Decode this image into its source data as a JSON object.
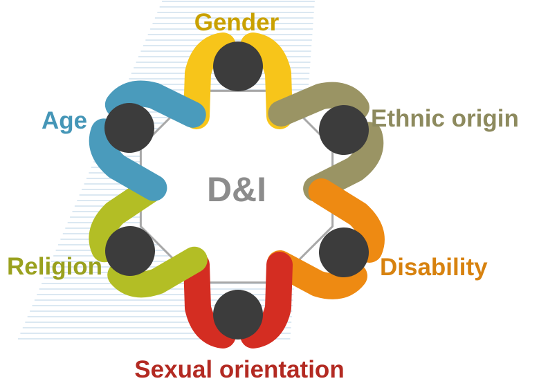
{
  "center_text": "D&I",
  "colors": {
    "table_outline": "#a8a8a8",
    "table_fill": "#ffffff",
    "center_text": "#8c8c8c",
    "head": "#3c3c3c",
    "stripes": "#cfe0ee"
  },
  "people": [
    {
      "id": "gender",
      "label": "Gender",
      "color": "#f7c51a",
      "label_color": "#c9a100",
      "icon": "person-icon"
    },
    {
      "id": "ethnic-origin",
      "label": "Ethnic origin",
      "color": "#9a9464",
      "label_color": "#8d8a5e",
      "icon": "person-icon"
    },
    {
      "id": "disability",
      "label": "Disability",
      "color": "#ee8a12",
      "label_color": "#d7820f",
      "icon": "person-icon"
    },
    {
      "id": "sexual-orientation",
      "label": "Sexual orientation",
      "color": "#d42d22",
      "label_color": "#b32a22",
      "icon": "person-icon"
    },
    {
      "id": "religion",
      "label": "Religion",
      "color": "#b3be25",
      "label_color": "#9aa11f",
      "icon": "person-icon"
    },
    {
      "id": "age",
      "label": "Age",
      "color": "#4a9bbc",
      "label_color": "#4596b7",
      "icon": "person-icon"
    }
  ]
}
